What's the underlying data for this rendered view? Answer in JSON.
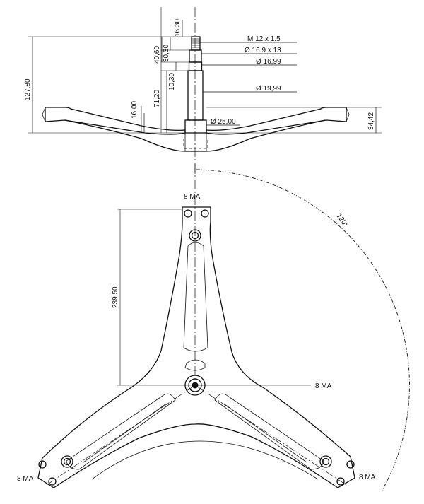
{
  "side_view": {
    "dims_horizontal": [
      {
        "id": "thread",
        "text": "M 12 x 1.5"
      },
      {
        "id": "d1",
        "text": "Ø 16.9 x 13"
      },
      {
        "id": "d2",
        "text": "Ø 16,99"
      },
      {
        "id": "d3",
        "text": "Ø 19,99"
      },
      {
        "id": "d4",
        "text": "Ø 25,00"
      }
    ],
    "dims_vertical": [
      {
        "id": "total",
        "text": "127,80"
      },
      {
        "id": "v16_30",
        "text": "16,30"
      },
      {
        "id": "v40_60",
        "text": "40,60"
      },
      {
        "id": "v30_30",
        "text": "30,30"
      },
      {
        "id": "v10_30",
        "text": "10,30"
      },
      {
        "id": "v71_20",
        "text": "71,20"
      },
      {
        "id": "v16_00",
        "text": "16,00"
      },
      {
        "id": "v34_42",
        "text": "34,42"
      }
    ]
  },
  "top_view": {
    "arm_length": "239,50",
    "angle": "120°",
    "holes": [
      {
        "id": "top",
        "text": "8 MA"
      },
      {
        "id": "center",
        "text": "8 MA"
      },
      {
        "id": "left",
        "text": "8 MA"
      },
      {
        "id": "right",
        "text": "8 MA"
      }
    ]
  },
  "colors": {
    "line": "#111111",
    "background": "#ffffff"
  }
}
